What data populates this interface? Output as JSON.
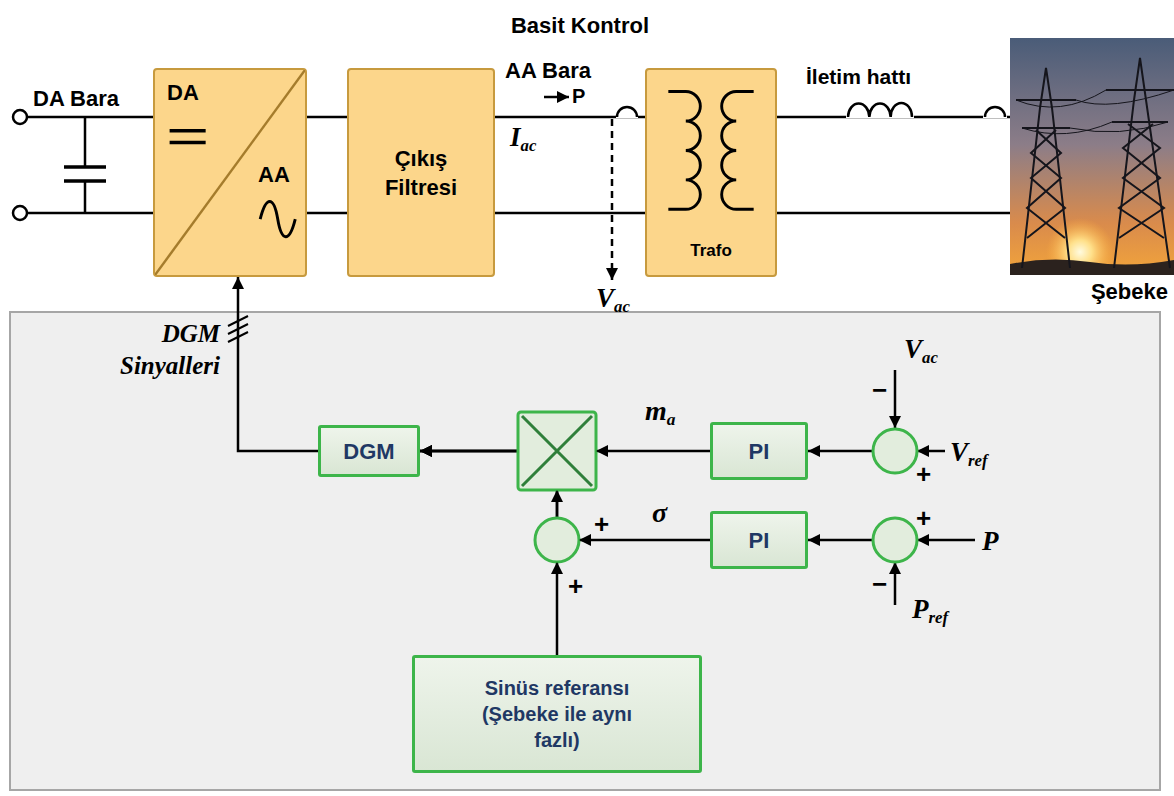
{
  "diagram": {
    "title": "Basit Kontrol",
    "nodes": [
      {
        "text": [
          "DA",
          "AA"
        ]
      },
      {
        "text": [
          "Çıkış Filtresi"
        ]
      },
      {
        "text": [
          "Trafo"
        ]
      },
      {
        "text": [
          "Şebeke"
        ]
      },
      {
        "text": [
          "DGM"
        ]
      },
      {
        "text": [
          "PI"
        ]
      },
      {
        "text": [
          "PI"
        ]
      },
      {
        "text": [
          "Sinüs referansı (Şebeke ile aynı fazlı)"
        ]
      }
    ],
    "edges": [
      {
        "from": 0,
        "to": 1,
        "arrow": "none"
      },
      {
        "from": 1,
        "to": 2,
        "arrow": "none"
      },
      {
        "from": 2,
        "to": 3,
        "arrow": "none"
      },
      {
        "from": 4,
        "to": 0,
        "label": "DGM Sinyalleri",
        "arrow": "to"
      },
      {
        "from": 5,
        "to": 4,
        "label": "ma",
        "arrow": "to"
      },
      {
        "from": 6,
        "to": 4,
        "label": "σ",
        "arrow": "to"
      },
      {
        "from": 7,
        "to": 4,
        "arrow": "to"
      }
    ],
    "labels": [
      "DA Bara",
      "AA Bara",
      "P",
      "Iac",
      "Vac",
      "İletim hattı",
      "Vac",
      "−",
      "Vref",
      "+",
      "P",
      "+",
      "Pref",
      "−",
      "+",
      "+"
    ]
  }
}
